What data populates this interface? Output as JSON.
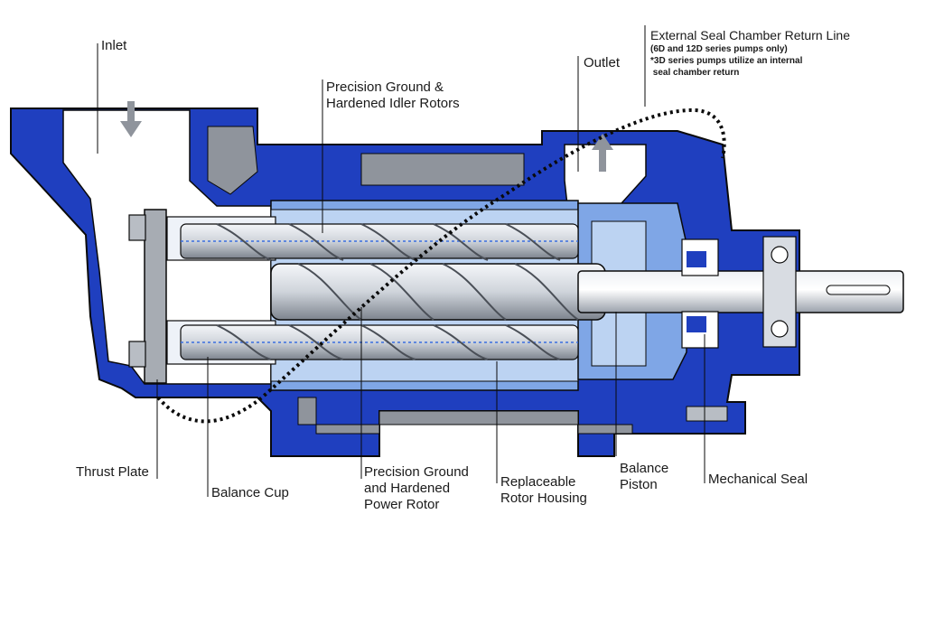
{
  "labels": {
    "inlet": "Inlet",
    "outlet": "Outlet",
    "idler_rotors": [
      "Precision Ground &",
      "Hardened Idler Rotors"
    ],
    "external_seal_title": "External Seal Chamber Return Line",
    "external_seal_notes": [
      "(6D and 12D series pumps only)",
      "*3D series pumps utilize an internal",
      " seal chamber return"
    ],
    "thrust_plate": "Thrust Plate",
    "balance_cup": "Balance Cup",
    "power_rotor": [
      "Precision Ground",
      "and Hardened",
      "Power Rotor"
    ],
    "rotor_housing": [
      "Replaceable",
      "Rotor Housing"
    ],
    "balance_piston": [
      "Balance",
      "Piston"
    ],
    "mechanical_seal": "Mechanical Seal"
  },
  "colors": {
    "casing_blue": "#1f3fbf",
    "light_blue": "#7fa6e6",
    "pale_blue": "#bcd3f2",
    "steel": "#c9ced6",
    "dark_steel": "#8b9099",
    "outline": "#0a0a0a"
  }
}
